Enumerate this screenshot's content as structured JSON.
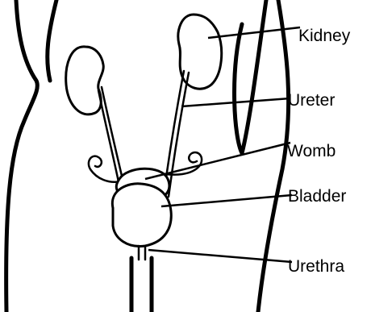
{
  "labels": {
    "kidney": "Kidney",
    "ureter": "Ureter",
    "womb": "Womb",
    "bladder": "Bladder",
    "urethra": "Urethra"
  },
  "colors": {
    "line": "#000000",
    "background": "#ffffff"
  }
}
